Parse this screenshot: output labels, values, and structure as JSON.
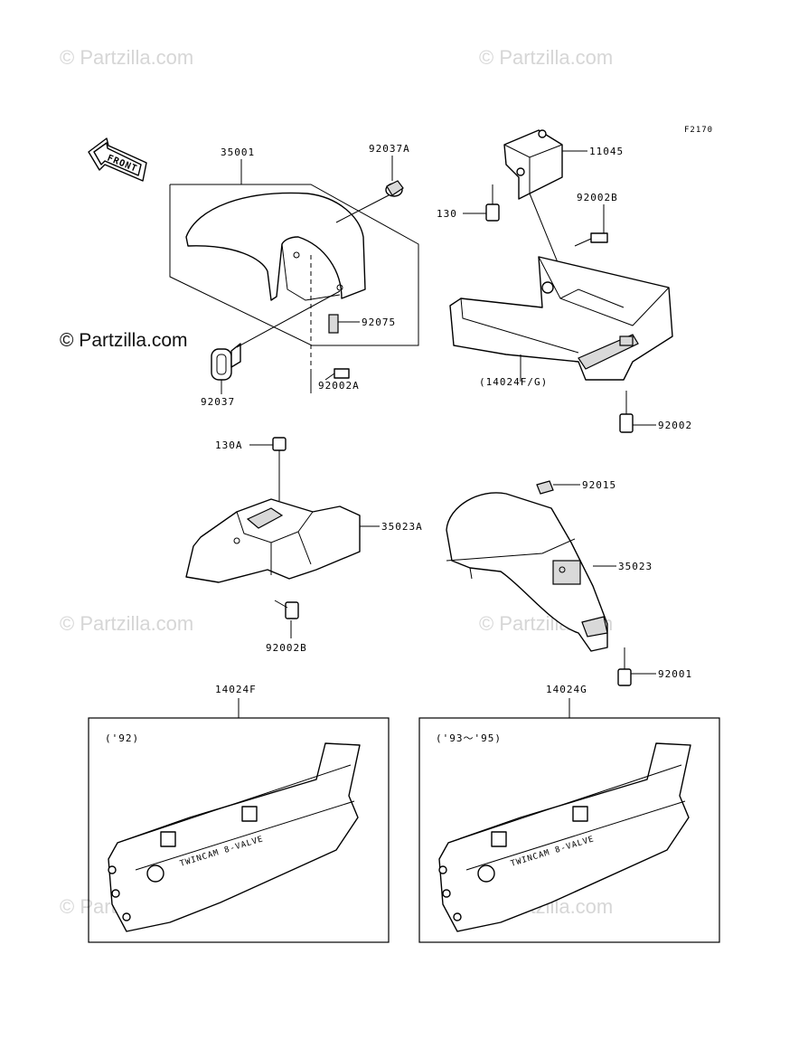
{
  "watermark": {
    "text": "© Partzilla.com",
    "overlay_text": "© Partzilla.com"
  },
  "diagram": {
    "figure_code": "F2170",
    "direction_label": "FRONT",
    "inset_left": {
      "label": "14024F",
      "year": "('92)",
      "decal": "TWINCAM 8-VALVE"
    },
    "inset_right": {
      "label": "14024G",
      "year": "('93～'95)",
      "decal": "TWINCAM 8-VALVE"
    },
    "callouts": {
      "p35001": "35001",
      "p92037A": "92037A",
      "p92075": "92075",
      "p92037": "92037",
      "p92002A": "92002A",
      "p11045": "11045",
      "p130": "130",
      "p92002B_top": "92002B",
      "p14024FG": "(14024F/G)",
      "p92002": "92002",
      "p130A": "130A",
      "p35023A": "35023A",
      "p92002B": "92002B",
      "p92015": "92015",
      "p35023": "35023",
      "p92001": "92001"
    }
  }
}
